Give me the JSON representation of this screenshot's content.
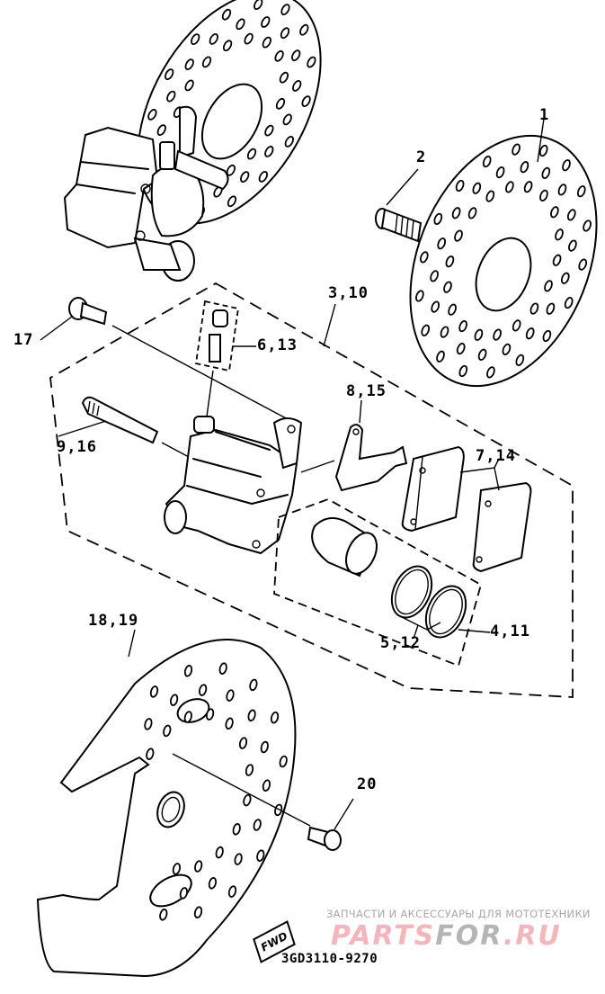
{
  "diagram": {
    "title": "Front brake caliper exploded parts diagram",
    "diagram_code": "3GD3110-9270",
    "direction_marker": "FWD",
    "callouts": [
      {
        "id": "callout-1",
        "label": "1",
        "part": "brake disc"
      },
      {
        "id": "callout-2",
        "label": "2",
        "part": "bolt"
      },
      {
        "id": "callout-3-10",
        "label": "3,10",
        "part": "caliper assembly"
      },
      {
        "id": "callout-4-11",
        "label": "4,11",
        "part": "caliper seal kit"
      },
      {
        "id": "callout-5-12",
        "label": "5,12",
        "part": "piston seals"
      },
      {
        "id": "callout-6-13",
        "label": "6,13",
        "part": "bleed screw"
      },
      {
        "id": "callout-7-14",
        "label": "7,14",
        "part": "brake pads"
      },
      {
        "id": "callout-8-15",
        "label": "8,15",
        "part": "pad support"
      },
      {
        "id": "callout-9-16",
        "label": "9,16",
        "part": "pin"
      },
      {
        "id": "callout-17",
        "label": "17",
        "part": "bolt"
      },
      {
        "id": "callout-18-19",
        "label": "18,19",
        "part": "disc cover"
      },
      {
        "id": "callout-20",
        "label": "20",
        "part": "bolt"
      }
    ]
  },
  "watermark": {
    "tagline": "ЗАПЧАСТИ И АКСЕССУАРЫ ДЛЯ МОТОТЕХНИКИ",
    "logo_part1": "PARTS",
    "logo_part2": "FOR",
    "logo_part3": ".RU",
    "colors": {
      "pink": "#f4b6bb",
      "gray": "#b5b5b5"
    }
  }
}
